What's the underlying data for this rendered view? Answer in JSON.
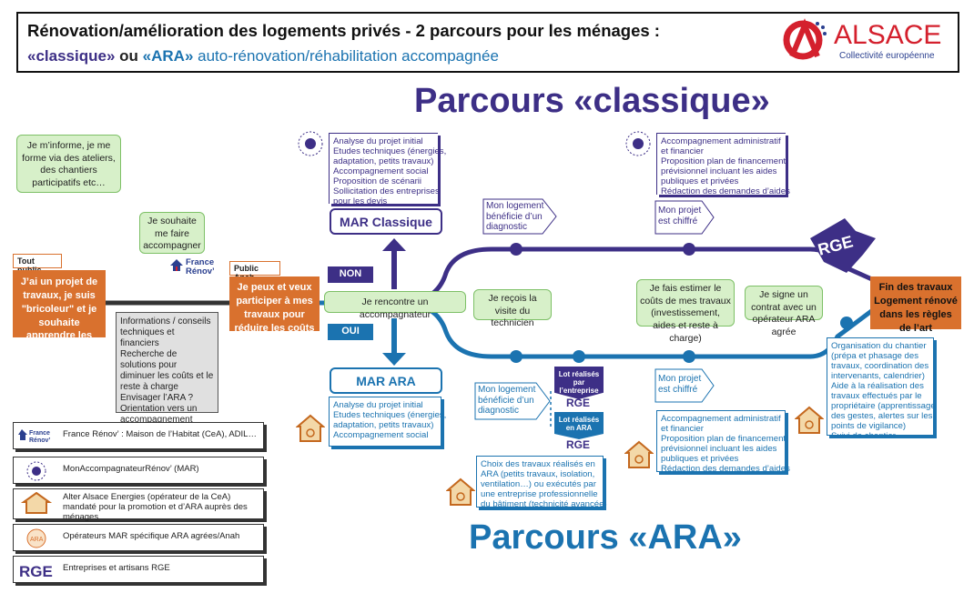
{
  "header": {
    "title": "Rénovation/amélioration des logements privés - 2 parcours pour les ménages :",
    "classique": "«classique»",
    "ou": "ou",
    "ara": "«ARA»",
    "subtitle": "auto-rénovation/réhabilitation accompagnée"
  },
  "logo": {
    "name": "ALSACE",
    "subtitle": "Collectivité européenne"
  },
  "titles": {
    "classique": "Parcours «classique»",
    "ara": "Parcours «ARA»"
  },
  "left": {
    "inform": "Je m’informe, je me forme via des ateliers, des chantiers participatifs etc…",
    "souhaite": "Je souhaite me faire accompagner",
    "tout_public": "Tout public",
    "projet": "J’ai un projet de travaux, je suis \"bricoleur\" et je souhaite apprendre les bons gestes",
    "france_renov": "France Rénov’",
    "public_anah": "Public Anah",
    "participer": "Je peux et veux participer à mes travaux pour réduire les coûts",
    "gray_lines": [
      "Informations / conseils techniques et financiers",
      "Recherche de solutions pour diminuer les coûts et le reste à charge",
      "Envisager l’ARA ?",
      "Orientation vers un accompagnement approprié"
    ]
  },
  "branches": {
    "non": "NON",
    "oui": "OUI"
  },
  "mar": {
    "classique": "MAR Classique",
    "ara": "MAR ARA"
  },
  "info_classique_1": [
    "Analyse du projet initial",
    "Etudes techniques (énergies,",
    "adaptation, petits travaux)",
    "Accompagnement social",
    "Proposition de scénarii",
    "Sollicitation des entreprises",
    "pour les devis"
  ],
  "info_classique_2": [
    "Accompagnement administratif",
    "et financier",
    "Proposition plan de financement",
    "prévisionnel incluant les aides",
    "publiques et privées",
    "Rédaction des demandes d’aides"
  ],
  "info_ara_1": [
    "Analyse du projet initial",
    "Etudes techniques (énergies,",
    "adaptation, petits travaux)",
    "Accompagnement social"
  ],
  "info_ara_2": [
    "Accompagnement administratif",
    "et financier",
    "Proposition plan de financement",
    "prévisionnel incluant les aides",
    "publiques et privées",
    "Rédaction des demandes d’aides"
  ],
  "info_ara_choix": [
    "Choix des travaux réalisés en",
    "ARA (petits travaux, isolation,",
    "ventilation…) ou exécutés par",
    "une entreprise professionnelle",
    "du bâtiment (technicité avancée)"
  ],
  "info_ara_orga": [
    "Organisation du chantier",
    "(prépa et phasage des",
    "travaux, coordination des",
    "intervenants, calendrier)",
    "Aide à la réalisation des",
    "travaux effectués par le",
    "propriétaire (apprentissage",
    "des gestes, alertes sur les",
    "points de vigilance)",
    "Suivi de chantier"
  ],
  "steps": {
    "rencontre": "Je rencontre un accompagnateur",
    "visite": "Je reçois la visite du technicien",
    "estimer": "Je fais estimer le coûts de mes travaux (investissement, aides et reste à charge)",
    "contrat": "Je signe un contrat avec un opérateur ARA agrée",
    "fin": "Fin des travaux Logement rénové dans les règles de l’art"
  },
  "arrows": {
    "diag_classique": "Mon logement bénéficie d’un diagnostic",
    "chiffre_classique": "Mon projet est chiffré",
    "diag_ara": "Mon logement bénéficie d’un diagnostic",
    "chiffre_ara": "Mon projet est chiffré"
  },
  "lots": {
    "entreprise": "Lot réalisés par l’entreprise",
    "ara": "Lot réalisés en ARA",
    "rge": "RGE"
  },
  "legend": [
    {
      "icon": "france-renov-icon",
      "text": "France Rénov’ : Maison de l’Habitat (CeA), ADIL…"
    },
    {
      "icon": "mar-icon",
      "text": "MonAccompagnateurRénov’ (MAR)"
    },
    {
      "icon": "house-icon",
      "text": "Alter Alsace Energies (opérateur de la CeA) mandaté pour la promotion et d’ARA auprès des ménages"
    },
    {
      "icon": "ara-operator-icon",
      "text": "Opérateurs MAR spécifique ARA agrées/Anah"
    },
    {
      "icon": "rge-icon",
      "text": "Entreprises et artisans RGE"
    }
  ],
  "colors": {
    "purple": "#3d2f86",
    "blue": "#1b73b0",
    "orange": "#d9712e",
    "green": "#d7f0c9"
  }
}
